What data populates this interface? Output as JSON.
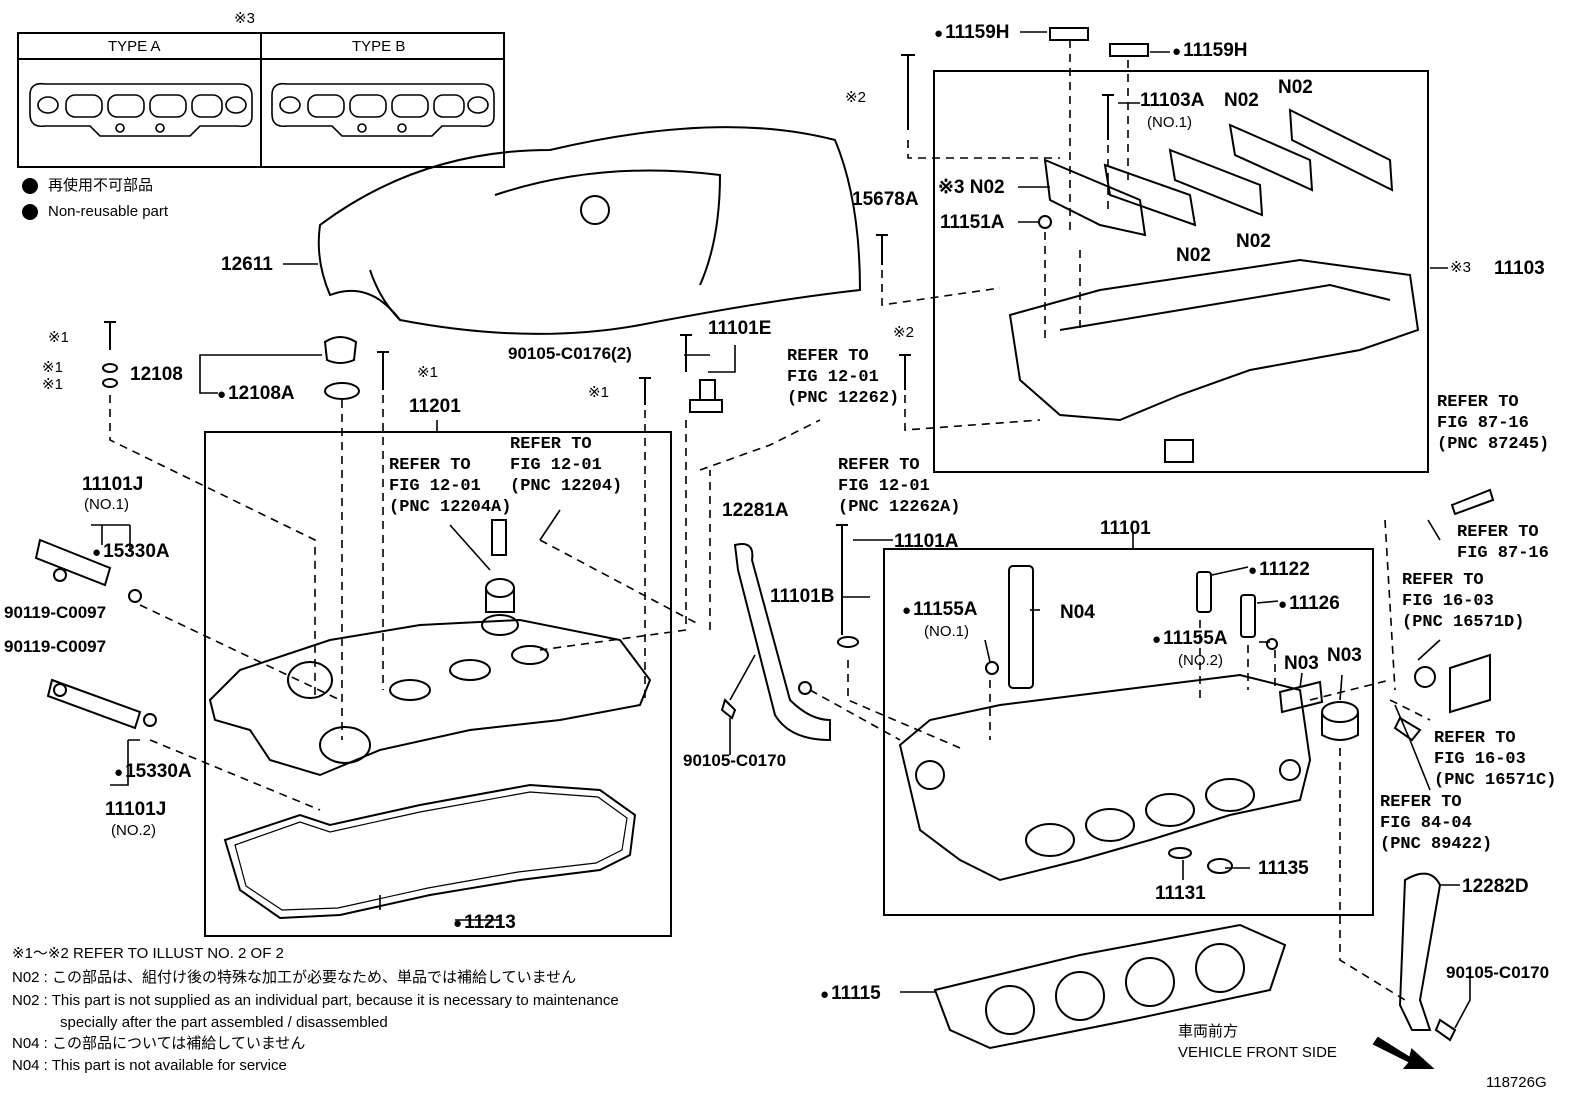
{
  "type_table": {
    "mark": "※3",
    "type_a": "TYPE A",
    "type_b": "TYPE B"
  },
  "legend": {
    "jp": "再使用不可部品",
    "en": "Non-reusable part"
  },
  "parts": {
    "p11159H_l": "11159H",
    "p11159H_r": "11159H",
    "m2_top": "※2",
    "p11103A": "11103A",
    "p11103A_sub": "(NO.1)",
    "n02_a": "N02",
    "n02_b": "N02",
    "m3_n02": "※3 N02",
    "p11151A": "11151A",
    "n02_c": "N02",
    "n02_d": "N02",
    "p11103": "11103",
    "m3_11103": "※3",
    "p15678A": "15678A",
    "p12611": "12611",
    "m1_a": "※1",
    "m1_b": "※1",
    "m1_c": "※1",
    "p12108": "12108",
    "p12108A": "12108A",
    "m1_d": "※1",
    "p11201": "11201",
    "p90105_c0176": "90105-C0176(2)",
    "p11101E": "11101E",
    "m1_e": "※1",
    "m2_mid": "※2",
    "p11101J_1": "11101J",
    "p11101J_1_sub": "(NO.1)",
    "p15330A_1": "15330A",
    "p90119_a": "90119-C0097",
    "p90119_b": "90119-C0097",
    "p15330A_2": "15330A",
    "p11101J_2": "11101J",
    "p11101J_2_sub": "(NO.2)",
    "p12281A": "12281A",
    "p11101A": "11101A",
    "p11101B": "11101B",
    "p90105_c0170_a": "90105-C0170",
    "p11101": "11101",
    "p11155A_1": "11155A",
    "p11155A_1_sub": "(NO.1)",
    "n04": "N04",
    "p11122": "11122",
    "p11126": "11126",
    "p11155A_2": "11155A",
    "p11155A_2_sub": "(NO.2)",
    "n03_a": "N03",
    "n03_b": "N03",
    "p11135": "11135",
    "p11131": "11131",
    "p11213": "11213",
    "p11115": "11115",
    "p12282D": "12282D",
    "p90105_c0170_b": "90105-C0170"
  },
  "refs": {
    "r12262_a": [
      "REFER TO",
      "FIG 12-01",
      "(PNC 12262)"
    ],
    "r12262A": [
      "REFER TO",
      "FIG 12-01",
      "(PNC 12262A)"
    ],
    "r12204A": [
      "REFER TO",
      "FIG 12-01",
      "(PNC 12204A)"
    ],
    "r12204": [
      "REFER TO",
      "FIG 12-01",
      "(PNC 12204)"
    ],
    "r87245": [
      "REFER TO",
      "FIG 87-16",
      "(PNC 87245)"
    ],
    "r87_16": [
      "REFER TO",
      "FIG 87-16"
    ],
    "r16571D": [
      "REFER TO",
      "FIG 16-03",
      "(PNC 16571D)"
    ],
    "r16571C": [
      "REFER TO",
      "FIG 16-03",
      "(PNC 16571C)"
    ],
    "r89422": [
      "REFER TO",
      "FIG 84-04",
      "(PNC 89422)"
    ]
  },
  "footnotes": {
    "line1": "※1～※2  REFER TO ILLUST NO. 2 OF 2",
    "line2": "N02 : この部品は、組付け後の特殊な加工が必要なため、単品では補給していません",
    "line3": "N02 : This part is not supplied as an individual part, because it is necessary to maintenance",
    "line4": "specially after the part assembled / disassembled",
    "line5": "N04 : この部品については補給していません",
    "line6": "N04 : This part is not available for service"
  },
  "front": {
    "jp": "車両前方",
    "en": "VEHICLE FRONT SIDE"
  },
  "drawing_no": "118726G"
}
